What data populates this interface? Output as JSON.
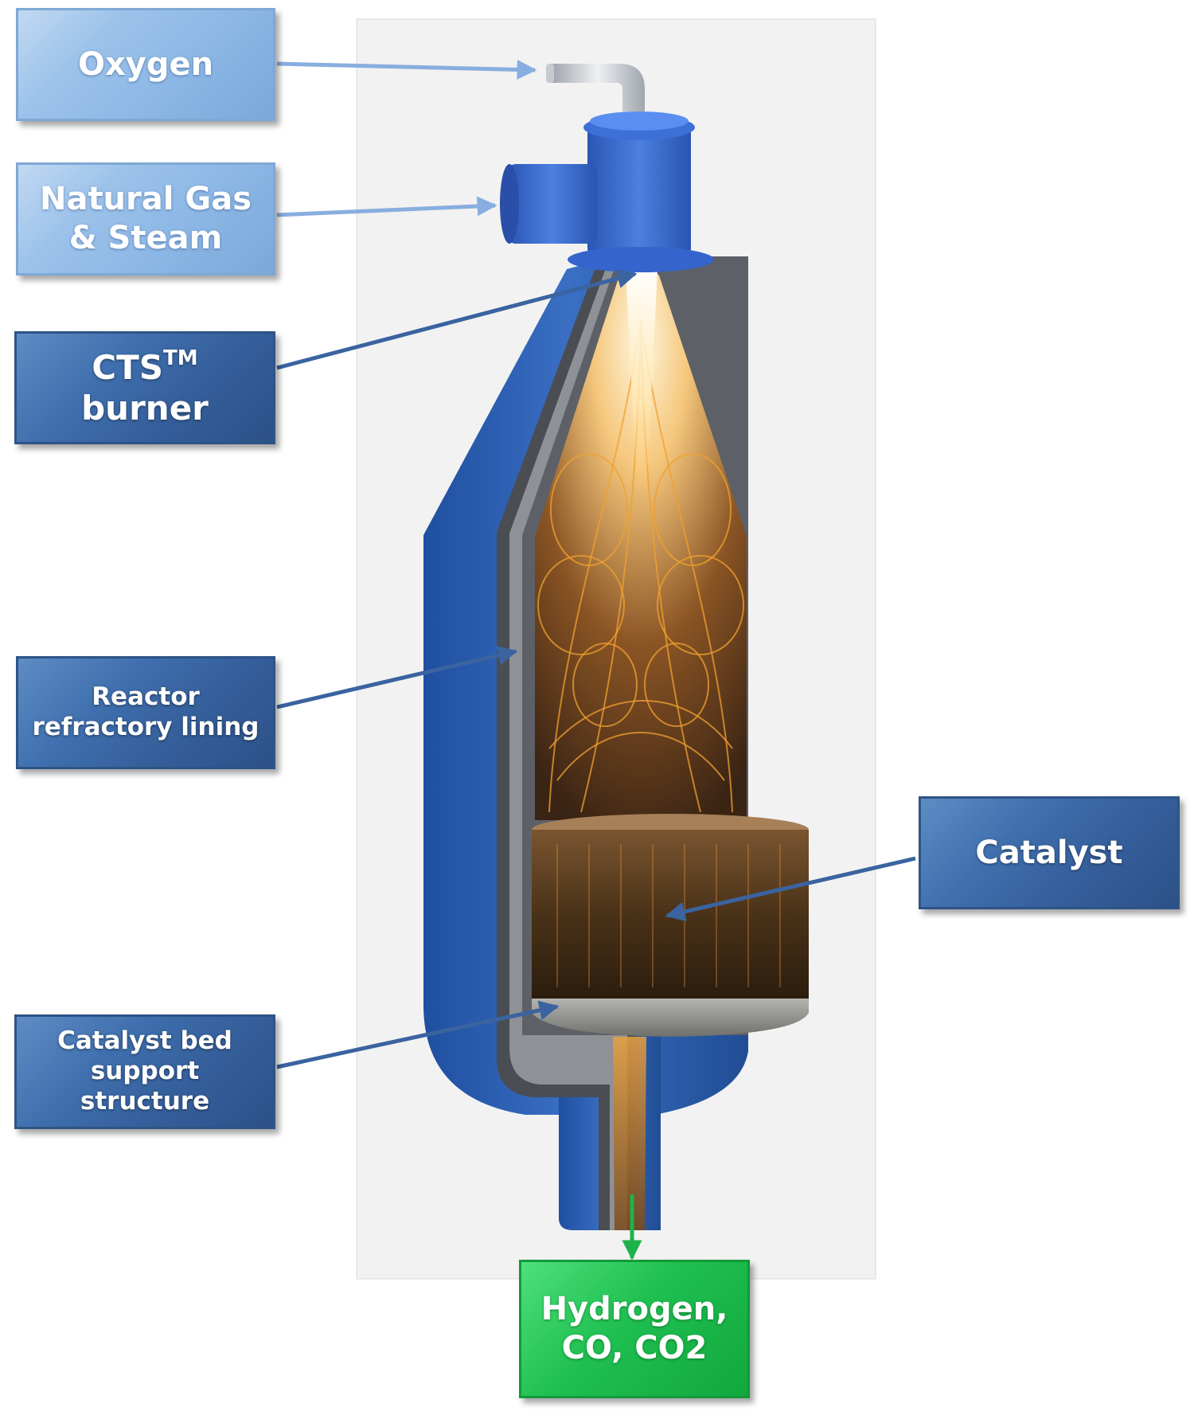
{
  "labels": {
    "oxygen": "Oxygen",
    "natural_gas_line1": "Natural Gas",
    "natural_gas_line2": "& Steam",
    "burner_main": "CTS",
    "burner_sup": "TM",
    "burner_line2": "burner",
    "lining_line1": "Reactor",
    "lining_line2": "refractory lining",
    "catalyst": "Catalyst",
    "support_line1": "Catalyst bed",
    "support_line2": "support",
    "support_line3": "structure",
    "output_line1": "Hydrogen,",
    "output_line2": "CO, CO2"
  },
  "colors": {
    "vessel_blue": "#2d5fb3",
    "label_light": "#9cc2ea",
    "label_dark": "#3f6fae",
    "label_output": "#1fbf50",
    "arrow_dark": "#3a63a0",
    "arrow_light": "#88aee0",
    "arrow_output": "#1db34a",
    "flame": "#f0a030"
  }
}
